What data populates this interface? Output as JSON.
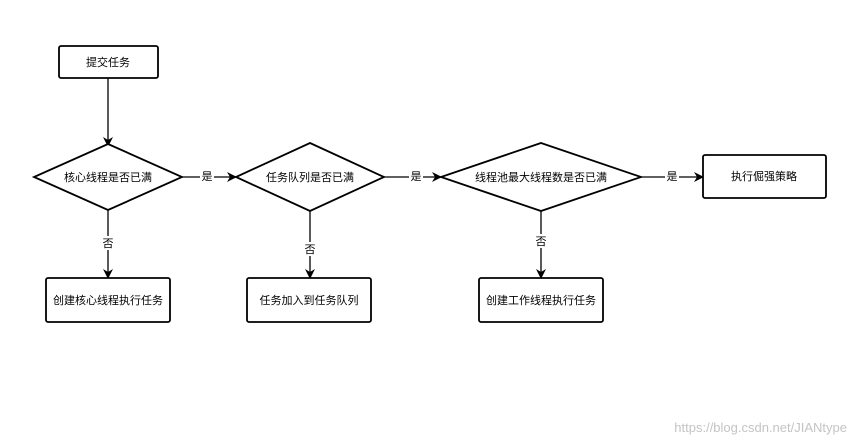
{
  "diagram": {
    "nodes": {
      "submit": "提交任务",
      "core_full": "核心线程是否已满",
      "queue_full": "任务队列是否已满",
      "max_full": "线程池最大线程数是否已满",
      "reject": "执行倔强策略",
      "create_core": "创建核心线程执行任务",
      "add_queue": "任务加入到任务队列",
      "create_worker": "创建工作线程执行任务"
    },
    "edge_labels": {
      "yes": "是",
      "no": "否"
    }
  },
  "watermark": "https://blog.csdn.net/JIANtype",
  "colors": {
    "stroke": "#000000",
    "background": "#ffffff",
    "watermark": "#c4c4c4"
  }
}
